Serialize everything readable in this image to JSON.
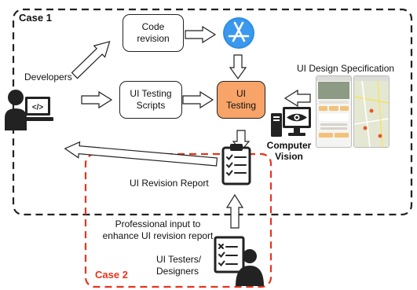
{
  "case1": {
    "title": "Case 1"
  },
  "case2": {
    "title": "Case 2"
  },
  "nodes": {
    "code_revision": {
      "line1": "Code",
      "line2": "revision"
    },
    "ui_testing_scripts": {
      "line1": "UI Testing",
      "line2": "Scripts"
    },
    "ui_testing": {
      "line1": "UI",
      "line2": "Testing"
    },
    "developers": "Developers",
    "ui_design_specification": "UI Design Specification",
    "computer_vision": {
      "line1": "Computer",
      "line2": "Vision"
    },
    "ui_revision_report": "UI Revision Report",
    "professional_input": {
      "line1": "Professional input to",
      "line2": "enhance UI revision report"
    },
    "ui_testers": {
      "line1": "UI Testers/",
      "line2": "Designers"
    }
  },
  "colors": {
    "case1_border": "#222222",
    "case2_border": "#e8341c",
    "case2_title": "#e8341c",
    "ui_testing_fill": "#f8a468",
    "app_store_icon": "#2e8de3"
  },
  "icons": {
    "app_store": "app-store-icon",
    "developer": "developer-icon",
    "computer_vision": "computer-vision-icon",
    "report": "clipboard-checklist-icon",
    "testers": "tester-checklist-icon"
  }
}
